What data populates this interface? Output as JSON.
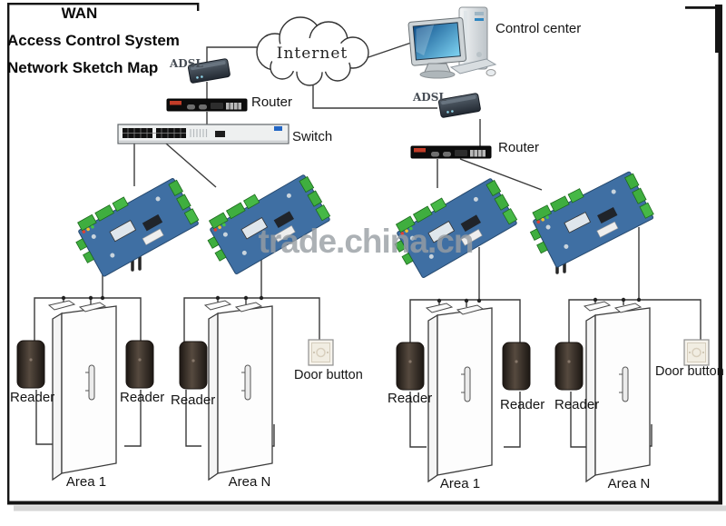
{
  "title": {
    "line1": "WAN",
    "line2": "Access Control System",
    "line3": "Network Sketch Map"
  },
  "cloud": {
    "label": "Internet"
  },
  "control_center": {
    "label": "Control center"
  },
  "devices": {
    "adsl_top": "ADSL",
    "adsl_right": "ADSL",
    "router_top": "Router",
    "router_right": "Router",
    "switch": "Switch"
  },
  "watermark": {
    "text": "trade.china.cn",
    "color": "#989ea3"
  },
  "areas": [
    {
      "name": "Area 1",
      "reader_left": "Reader",
      "reader_right": "Reader"
    },
    {
      "name": "Area N",
      "reader_left": "Reader",
      "door_button": "Door button"
    },
    {
      "name": "Area 1",
      "reader_left": "Reader",
      "reader_right": "Reader"
    },
    {
      "name": "Area N",
      "reader_left": "Reader",
      "door_button": "Door button"
    }
  ]
}
